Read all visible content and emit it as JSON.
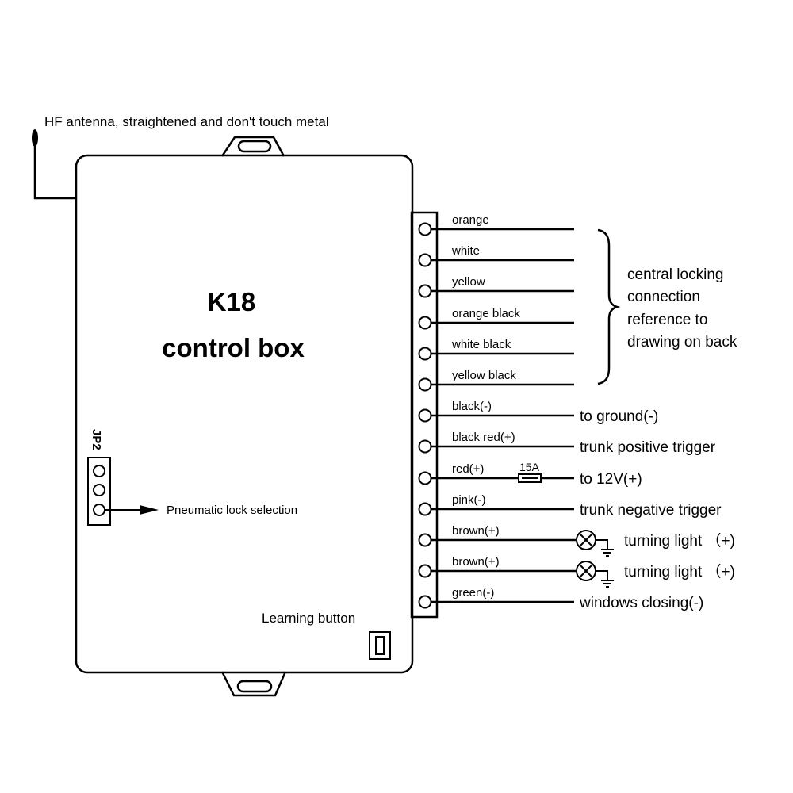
{
  "antenna_note": "HF antenna, straightened and don't touch metal",
  "box": {
    "title_line1": "K18",
    "title_line2": "control box",
    "jumper_label": "JP2",
    "jumper_note": "Pneumatic lock selection",
    "learning_label": "Learning button"
  },
  "central_locking_note": [
    "central locking",
    "connection",
    "reference to",
    "drawing on back"
  ],
  "fuse_label": "15A",
  "wires": [
    {
      "label": "orange",
      "dest": ""
    },
    {
      "label": "white",
      "dest": ""
    },
    {
      "label": "yellow",
      "dest": ""
    },
    {
      "label": "orange black",
      "dest": ""
    },
    {
      "label": "white black",
      "dest": ""
    },
    {
      "label": "yellow black",
      "dest": ""
    },
    {
      "label": "black(-)",
      "dest": "to ground(-)"
    },
    {
      "label": "black red(+)",
      "dest": "trunk positive trigger"
    },
    {
      "label": "red(+)",
      "dest": "to 12V(+)",
      "fuse": true
    },
    {
      "label": "pink(-)",
      "dest": "trunk negative trigger"
    },
    {
      "label": "brown(+)",
      "dest": "turning light （+)",
      "lamp": true
    },
    {
      "label": "brown(+)",
      "dest": "turning light （+)",
      "lamp": true
    },
    {
      "label": "green(-)",
      "dest": "windows closing(-)"
    }
  ]
}
